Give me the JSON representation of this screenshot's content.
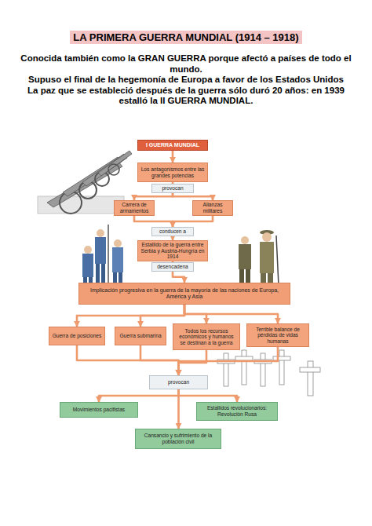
{
  "diagram": {
    "title": "LA PRIMERA GUERRA MUNDIAL (1914 – 1918)",
    "nodes": [
      {
        "text": [
          "I GUERRA MUNDIAL"
        ]
      },
      {
        "text": [
          "Los antagonismos entre las grandes potencias"
        ]
      },
      {
        "text": [
          "provocan"
        ]
      },
      {
        "text": [
          "Carrera de armamentos"
        ]
      },
      {
        "text": [
          "Alianzas militares"
        ]
      },
      {
        "text": [
          "conducen a"
        ]
      },
      {
        "text": [
          "Estallido de la guerra entre Serbia y Austria-Hungría en 1914"
        ]
      },
      {
        "text": [
          "desencadena"
        ]
      },
      {
        "text": [
          "Implicación progresiva en la guerra de la mayoría de las naciones de Europa, América y Asia"
        ]
      },
      {
        "text": [
          "Guerra de posiciones"
        ]
      },
      {
        "text": [
          "Guerra submarina"
        ]
      },
      {
        "text": [
          "Todos los recursos económicos y humanos se destinan a la guerra"
        ]
      },
      {
        "text": [
          "Terrible balance de pérdidas de vidas humanas"
        ]
      },
      {
        "text": [
          "provocan"
        ]
      },
      {
        "text": [
          "Movimientos pacifistas"
        ]
      },
      {
        "text": [
          "Estallidos revolucionarios: Revolución Rusa"
        ]
      },
      {
        "text": [
          "Cansancio y sufrimiento de la población civil"
        ]
      }
    ],
    "edges": [
      {
        "from": 0,
        "to": 1,
        "arrow": "to"
      },
      {
        "from": 1,
        "to": 2,
        "arrow": "none"
      },
      {
        "from": 2,
        "to": 3,
        "arrow": "to"
      },
      {
        "from": 2,
        "to": 4,
        "arrow": "to"
      },
      {
        "from": 3,
        "to": 5,
        "arrow": "to"
      },
      {
        "from": 4,
        "to": 5,
        "arrow": "to"
      },
      {
        "from": 5,
        "to": 6,
        "arrow": "to"
      },
      {
        "from": 6,
        "to": 7,
        "arrow": "none"
      },
      {
        "from": 7,
        "to": 8,
        "arrow": "to"
      },
      {
        "from": 8,
        "to": 9,
        "arrow": "to"
      },
      {
        "from": 8,
        "to": 10,
        "arrow": "to"
      },
      {
        "from": 8,
        "to": 11,
        "arrow": "to"
      },
      {
        "from": 8,
        "to": 12,
        "arrow": "to"
      },
      {
        "from": 9,
        "to": 13,
        "arrow": "to"
      },
      {
        "from": 10,
        "to": 13,
        "arrow": "to"
      },
      {
        "from": 11,
        "to": 13,
        "arrow": "to"
      },
      {
        "from": 12,
        "to": 13,
        "arrow": "to"
      },
      {
        "from": 13,
        "to": 14,
        "arrow": "to"
      },
      {
        "from": 13,
        "to": 15,
        "arrow": "to"
      },
      {
        "from": 13,
        "to": 16,
        "arrow": "to"
      }
    ],
    "labels": [
      "Conocida también como la GRAN GUERRA porque afectó a países de todo el mundo.",
      "Supuso el final de la hegemonía de Europa a favor de los Estados Unidos",
      "La paz que se estableció después de la guerra sólo duró 20 años: en 1939 estalló la II GUERRA MUNDIAL."
    ]
  }
}
